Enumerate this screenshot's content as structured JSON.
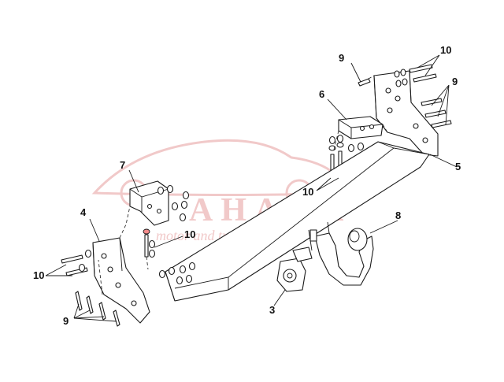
{
  "watermark": {
    "main_text": "AHAHA",
    "sub_text": "motor and travel"
  },
  "callouts": [
    {
      "id": "c9-top",
      "label": "9"
    },
    {
      "id": "c10-top",
      "label": "10"
    },
    {
      "id": "c6",
      "label": "6"
    },
    {
      "id": "c9-right",
      "label": "9"
    },
    {
      "id": "c5",
      "label": "5"
    },
    {
      "id": "c7",
      "label": "7"
    },
    {
      "id": "c10-mid",
      "label": "10"
    },
    {
      "id": "c4",
      "label": "4"
    },
    {
      "id": "c10-center",
      "label": "10"
    },
    {
      "id": "c8",
      "label": "8"
    },
    {
      "id": "c10-left",
      "label": "10"
    },
    {
      "id": "c9-left",
      "label": "9"
    },
    {
      "id": "c3",
      "label": "3"
    }
  ],
  "colors": {
    "line": "#1a1a1a",
    "watermark": "#f1c9c9",
    "background": "#ffffff"
  }
}
